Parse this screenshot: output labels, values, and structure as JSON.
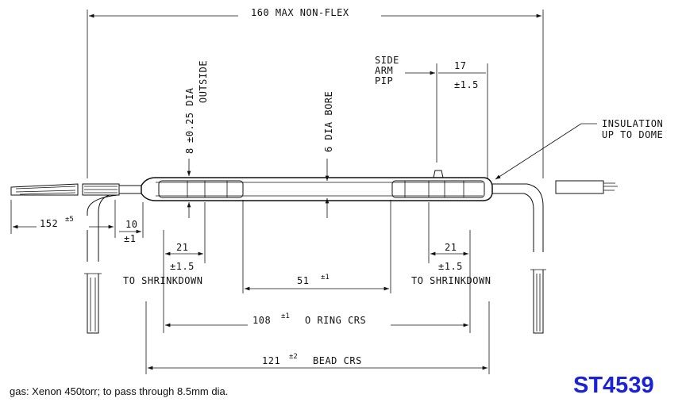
{
  "dimensions": {
    "overall_length": "160 MAX NON-FLEX",
    "outside_dia": "8",
    "outside_dia_tol": "±0.25 DIA",
    "outside_label": "OUTSIDE",
    "bore": "6 DIA BORE",
    "side_arm_line1": "SIDE",
    "side_arm_line2": "ARM",
    "side_arm_line3": "PIP",
    "pip_offset": "17",
    "pip_offset_tol": "±1.5",
    "insulation_line1": "INSULATION",
    "insulation_line2": "UP TO DOME",
    "lead_length": "152",
    "lead_length_tol": "±5",
    "end_length": "10",
    "end_length_tol": "±1",
    "left_shrink": "21",
    "left_shrink_tol": "±1.5",
    "left_shrink_label": "TO SHRINKDOWN",
    "right_shrink": "21",
    "right_shrink_tol": "±1.5",
    "right_shrink_label": "TO SHRINKDOWN",
    "center_gap": "51",
    "center_gap_tol": "±1",
    "oring_crs": "108",
    "oring_crs_tol": "±1",
    "oring_crs_label": "O RING CRS",
    "bead_crs": "121",
    "bead_crs_tol": "±2",
    "bead_crs_label": "BEAD CRS"
  },
  "note": "gas: Xenon 450torr; to pass through 8.5mm dia.",
  "part_number": "ST4539",
  "colors": {
    "part_number": "#1a23d6",
    "lines": "#111111"
  }
}
